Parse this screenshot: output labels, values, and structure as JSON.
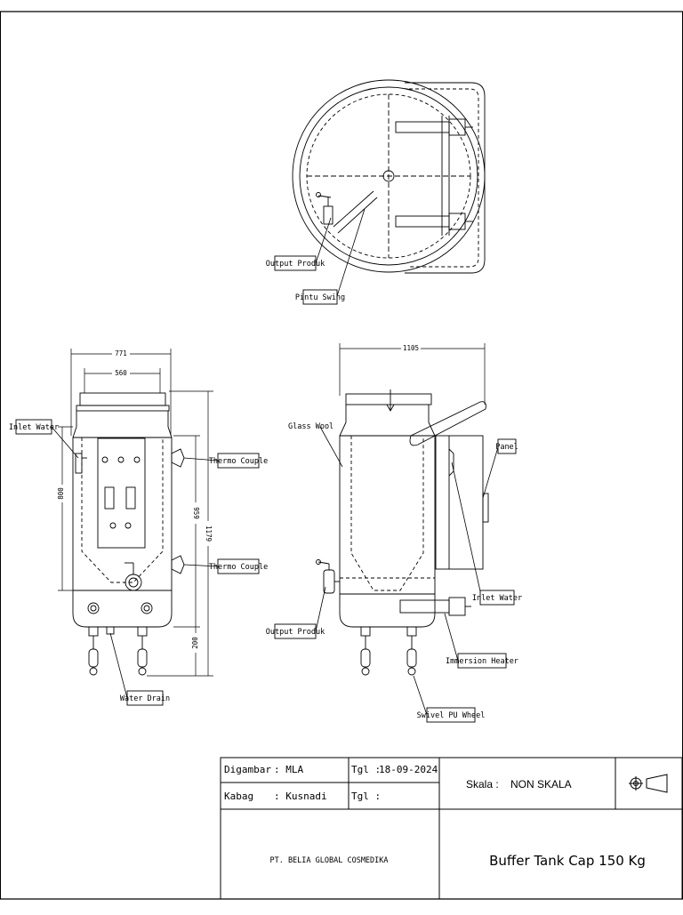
{
  "labels": {
    "output_produk_top": "Output Produk",
    "pintu_swing": "Pintu Swing",
    "inlet_water_left": "Inlet Water",
    "thermo_couple_1": "Thermo Couple",
    "thermo_couple_2": "Thermo Couple",
    "water_drain": "Water Drain",
    "glass_wool": "Glass Wool",
    "panel": "Panel",
    "inlet_water_right": "Inlet Water",
    "output_produk_side": "Output Produk",
    "immersion_heater": "Immersion Heater",
    "swivel_pu_wheel": "Swivel PU Wheel"
  },
  "dimensions": {
    "width_771": "771",
    "width_560": "560",
    "height_800": "800",
    "height_959": "959",
    "height_1179": "1179",
    "height_200": "200",
    "width_1105": "1105"
  },
  "title_block": {
    "digambar_label": "Digambar",
    "digambar_value": ": MLA",
    "tgl_label_1": "Tgl :",
    "tgl_value_1": "18-09-2024",
    "kabag_label": "Kabag",
    "kabag_value": ": Kusnadi",
    "tgl_label_2": "Tgl :",
    "skala_label": "Skala :",
    "skala_value": "NON SKALA",
    "company": "PT. BELIA GLOBAL COSMEDIKA",
    "drawing_title": "Buffer Tank Cap 150 Kg"
  },
  "symbols": {
    "projection_icon": "first-angle-projection-icon"
  }
}
